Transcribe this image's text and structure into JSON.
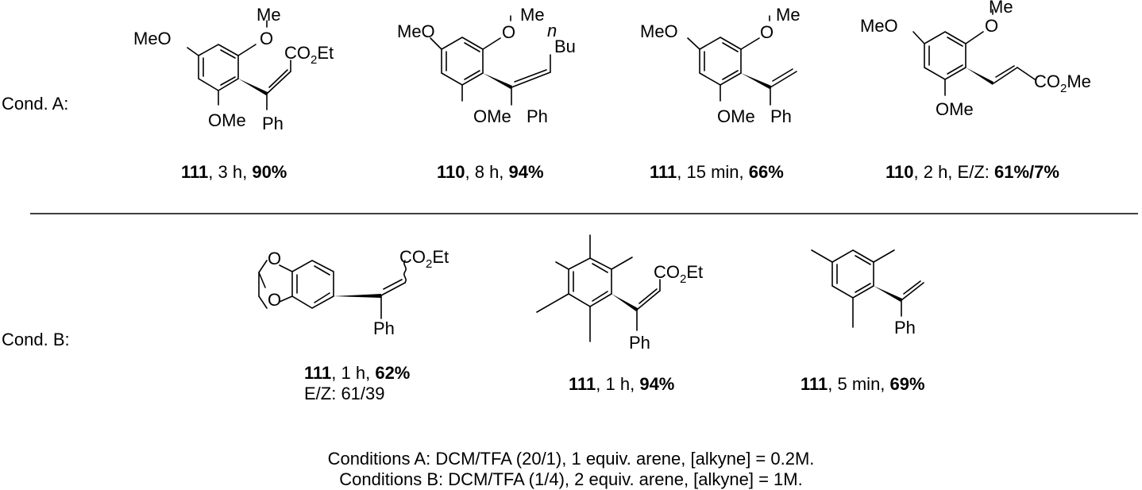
{
  "rows": {
    "a_label": "Cond. A:",
    "b_label": "Cond. B:"
  },
  "structure_labels": {
    "a1": {
      "meo": "MeO",
      "me": "Me",
      "o": "O",
      "co2et_a": "CO",
      "co2et_sub": "2",
      "co2et_b": "Et",
      "ome": "OMe",
      "ph": "Ph"
    },
    "a2": {
      "meo": "MeO",
      "me": "Me",
      "o": "O",
      "n": "n",
      "bu": "Bu",
      "ome": "OMe",
      "ph": "Ph"
    },
    "a3": {
      "meo": "MeO",
      "me": "Me",
      "o": "O",
      "ome": "OMe",
      "ph": "Ph"
    },
    "a4": {
      "meo": "MeO",
      "me": "Me",
      "o": "O",
      "ome": "OMe",
      "co2me_a": "CO",
      "co2me_sub": "2",
      "co2me_b": "Me"
    },
    "b1": {
      "o1": "O",
      "o2": "O",
      "co2et_a": "CO",
      "co2et_sub": "2",
      "co2et_b": "Et",
      "ph": "Ph"
    },
    "b2": {
      "co2et_a": "CO",
      "co2et_sub": "2",
      "co2et_b": "Et",
      "ph": "Ph"
    },
    "b3": {
      "ph": "Ph"
    }
  },
  "captions": {
    "a1": {
      "cat": "111",
      "time": ", 3 h, ",
      "yield": "90%"
    },
    "a2": {
      "cat": "110",
      "time": ", 8 h, ",
      "yield": "94%"
    },
    "a3": {
      "cat": "111",
      "time": ", 15 min, ",
      "yield": "66%"
    },
    "a4": {
      "cat": "110",
      "time": ", 2 h, E/Z: ",
      "yield": "61%/7%"
    },
    "b1": {
      "cat": "111",
      "time": ", 1 h, ",
      "yield": "62%",
      "extra": "E/Z: 61/39"
    },
    "b2": {
      "cat": "111",
      "time": ", 1 h, ",
      "yield": "94%"
    },
    "b3": {
      "cat": "111",
      "time": ", 5 min, ",
      "yield": "69%"
    }
  },
  "footnotes": {
    "line1": "Conditions A: DCM/TFA (20/1), 1 equiv. arene, [alkyne] = 0.2M.",
    "line2": "Conditions B: DCM/TFA (1/4), 2 equiv. arene, [alkyne] = 1M."
  }
}
